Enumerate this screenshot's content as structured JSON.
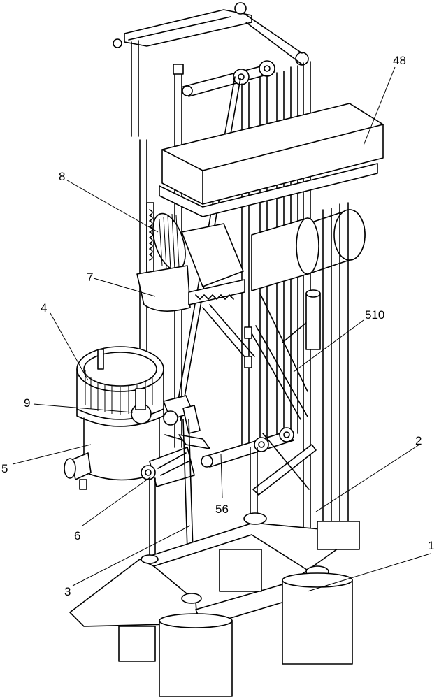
{
  "figure": {
    "labels": {
      "l48": "48",
      "l8": "8",
      "l7": "7",
      "l4": "4",
      "l510": "510",
      "l9": "9",
      "l5": "5",
      "l2": "2",
      "l6": "6",
      "l56": "56",
      "l3": "3",
      "l1": "1"
    }
  }
}
